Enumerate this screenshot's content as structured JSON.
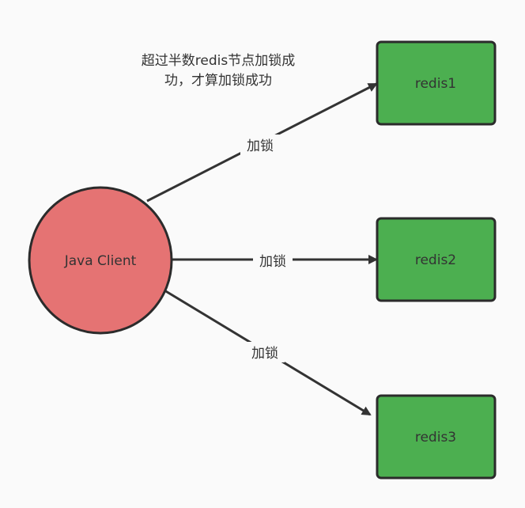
{
  "note": {
    "line1": "超过半数redis节点加锁成",
    "line2": "功，才算加锁成功"
  },
  "client": {
    "label": "Java Client",
    "fill": "#e57373",
    "stroke": "#2b2b2b"
  },
  "nodes": [
    {
      "label": "redis1"
    },
    {
      "label": "redis2"
    },
    {
      "label": "redis3"
    }
  ],
  "edges": [
    {
      "label": "加锁"
    },
    {
      "label": "加锁"
    },
    {
      "label": "加锁"
    }
  ],
  "colors": {
    "node_fill": "#4caf50",
    "node_stroke": "#2b2b2b",
    "edge_stroke": "#333333",
    "text": "#333333"
  }
}
